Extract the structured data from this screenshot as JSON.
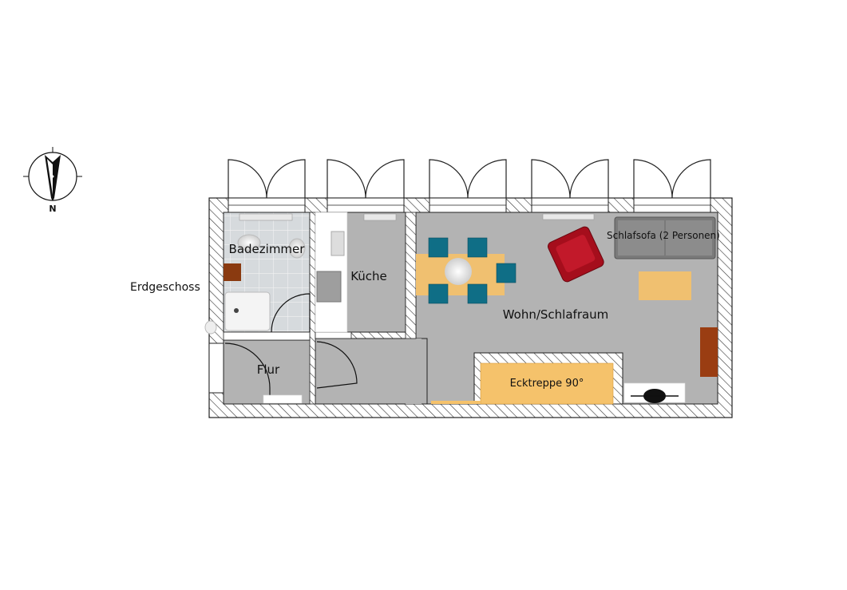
{
  "floor_label": "Erdgeschoss",
  "compass": {
    "north_letter": "N"
  },
  "rooms": {
    "bathroom": "Badezimmer",
    "kitchen": "Küche",
    "hallway": "Flur",
    "living": "Wohn/Schlafraum"
  },
  "furniture": {
    "sofa_label": "Schlafsofa (2 Personen)",
    "stairs_label": "Ecktreppe 90°"
  },
  "colors": {
    "floor": "#b3b3b3",
    "tiles": "#d4d8dc",
    "wall_fill": "#ffffff",
    "wall_line": "#222222",
    "table": "#f0c070",
    "chair": "#0f6e86",
    "armchair": "#a50e1c",
    "sofa": "#7a7a7a",
    "stairs": "#f5c26b",
    "cabinet_brown": "#9a3d12",
    "small_brown": "#8a3a10"
  }
}
